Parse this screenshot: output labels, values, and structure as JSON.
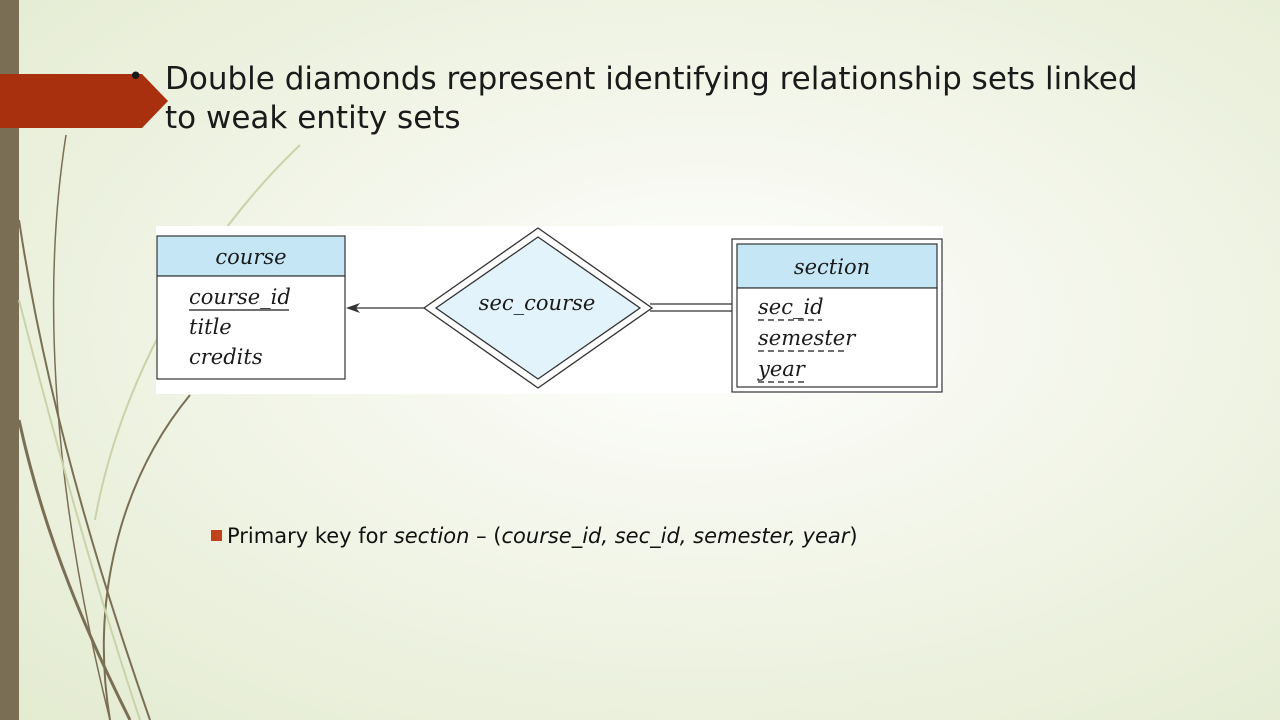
{
  "slide": {
    "title_line1": "Double diamonds represent identifying relationship sets linked",
    "title_line2": "to weak entity sets",
    "bullet_glyph": "•"
  },
  "diagram": {
    "entity_course": {
      "name": "course",
      "attributes": [
        "course_id",
        "title",
        "credits"
      ]
    },
    "relationship": {
      "name": "sec_course"
    },
    "entity_section": {
      "name": "section",
      "attributes": [
        "sec_id",
        "semester",
        "year"
      ]
    }
  },
  "note": {
    "prefix": "Primary key for ",
    "entity": "section",
    "dash": " – (",
    "keys": "course_id, sec_id, semester, year",
    "suffix": ")"
  },
  "colors": {
    "accent": "#a9300f",
    "header_fill": "#c5e6f5",
    "diamond_fill": "#e2f3fb",
    "bar": "#7a6f55"
  }
}
